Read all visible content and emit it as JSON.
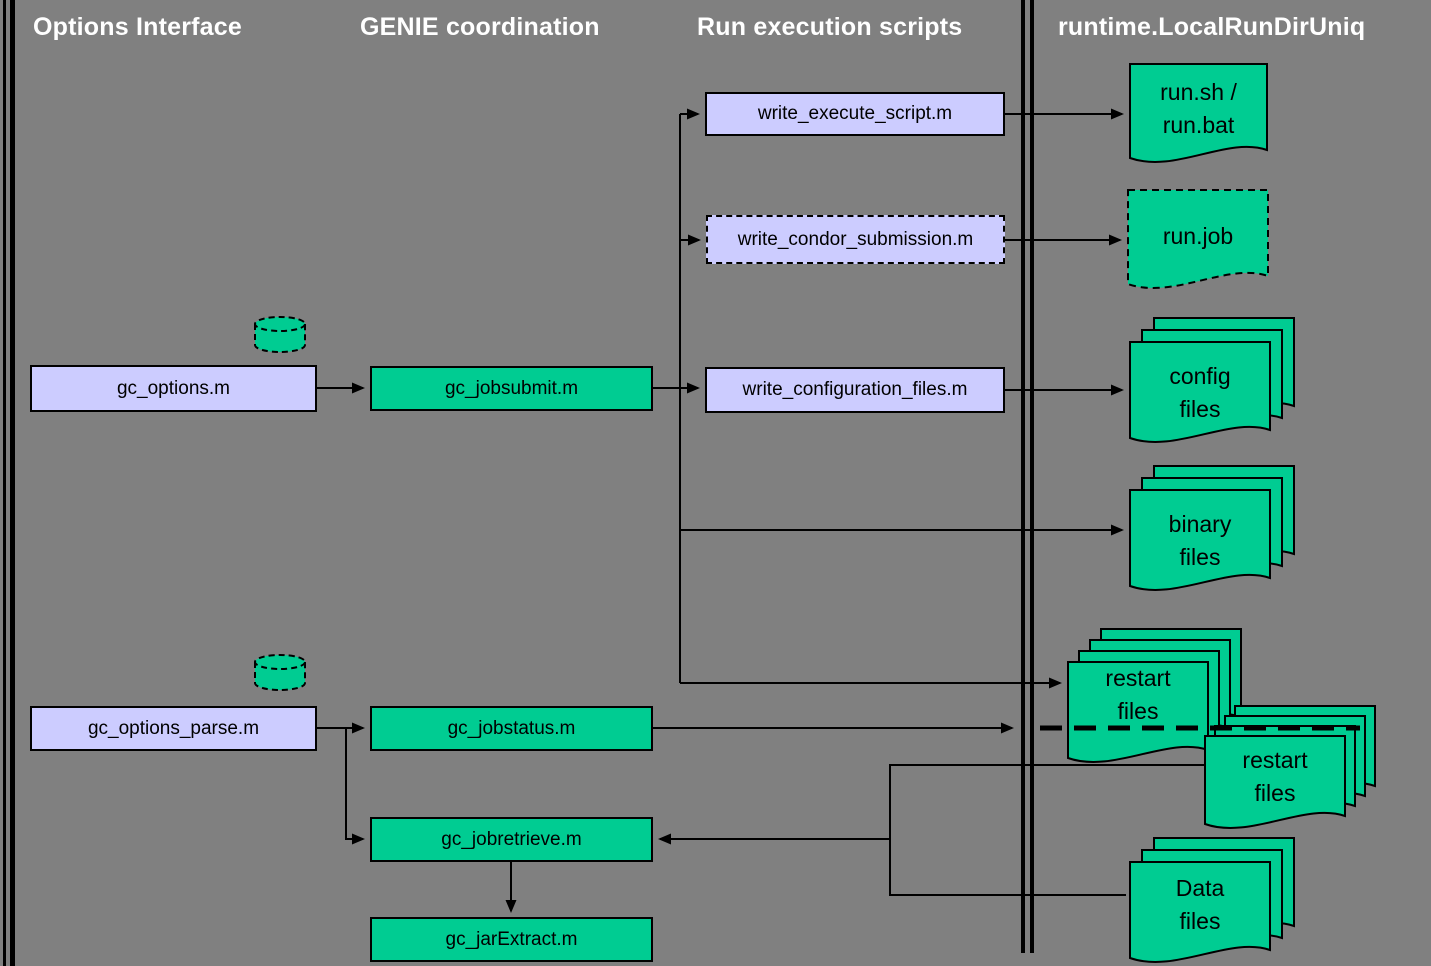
{
  "headers": [
    {
      "label": "Options Interface"
    },
    {
      "label": "GENIE coordination"
    },
    {
      "label": "Run execution scripts"
    },
    {
      "label": "runtime.LocalRunDirUniq"
    }
  ],
  "nodes": {
    "gc_options": {
      "label": "gc_options.m"
    },
    "gc_jobsubmit": {
      "label": "gc_jobsubmit.m"
    },
    "write_execute_script": {
      "label": "write_execute_script.m"
    },
    "write_condor_submission": {
      "label": "write_condor_submission.m"
    },
    "write_configuration_files": {
      "label": "write_configuration_files.m"
    },
    "gc_options_parse": {
      "label": "gc_options_parse.m"
    },
    "gc_jobstatus": {
      "label": "gc_jobstatus.m"
    },
    "gc_jobretrieve": {
      "label": "gc_jobretrieve.m"
    },
    "gc_jarExtract": {
      "label": "gc_jarExtract.m"
    }
  },
  "documents": {
    "run_script": {
      "line1": "run.sh /",
      "line2": "run.bat"
    },
    "run_job": {
      "line1": "run.job"
    },
    "config_files": {
      "line1": "config",
      "line2": "files"
    },
    "binary_files": {
      "line1": "binary",
      "line2": "files"
    },
    "restart_files_a": {
      "line1": "restart",
      "line2": "files"
    },
    "restart_files_b": {
      "line1": "restart",
      "line2": "files"
    },
    "data_files": {
      "line1": "Data",
      "line2": "files"
    }
  },
  "icons": {
    "database_icon": "cylinder-shape",
    "document_icon": "wavy-bottom-rectangle"
  },
  "colors": {
    "background": "#808080",
    "module_green": "#00CC92",
    "interface_lavender": "#CCCCFF",
    "line": "#000000",
    "header_text": "#FFFFFF"
  }
}
